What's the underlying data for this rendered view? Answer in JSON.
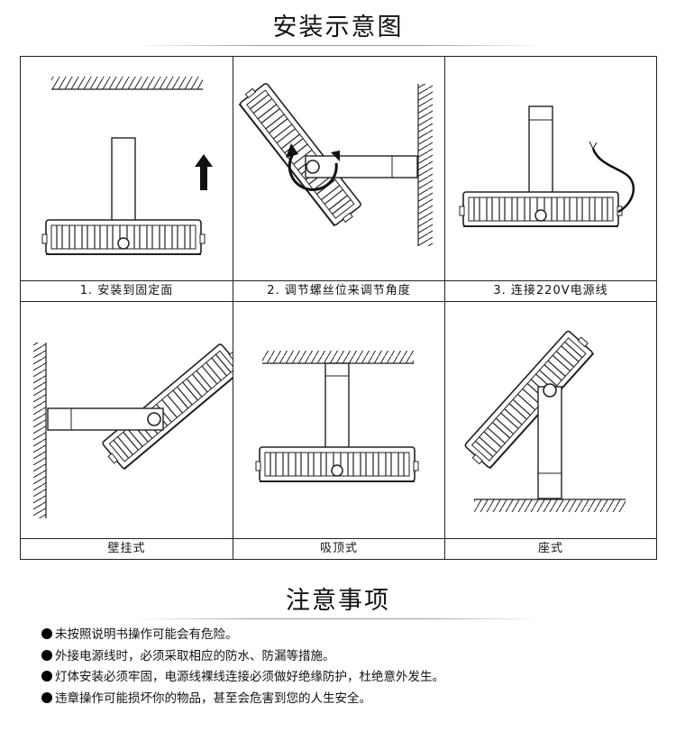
{
  "install_title": "安装示意图",
  "notes_title": "注意事项",
  "panels": [
    {
      "caption": "1. 安装到固定面"
    },
    {
      "caption": "2. 调节螺丝位来调节角度"
    },
    {
      "caption": "3. 连接220V电源线"
    },
    {
      "caption": "壁挂式"
    },
    {
      "caption": "吸顶式"
    },
    {
      "caption": "座式"
    }
  ],
  "notes": [
    "未按照说明书操作可能会有危险。",
    "外接电源线时，必须采取相应的防水、防漏等措施。",
    "灯体安装必须牢固，电源线裸线连接必须做好绝缘防护，杜绝意外发生。",
    "违章操作可能损坏你的物品，甚至会危害到您的人生安全。"
  ]
}
